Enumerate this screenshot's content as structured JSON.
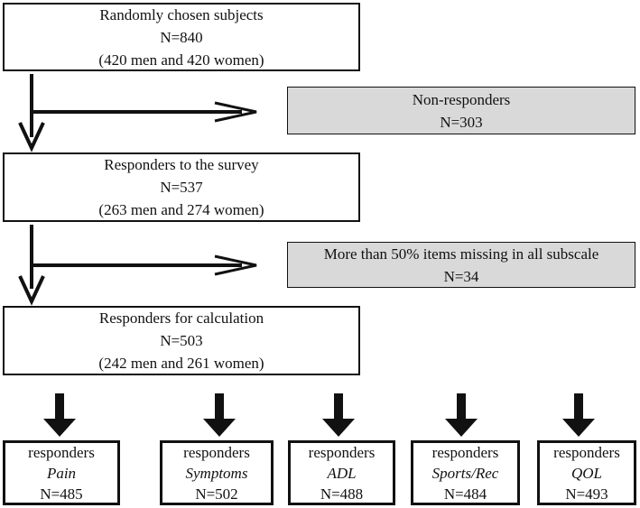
{
  "boxes": {
    "randomly_chosen": {
      "title": "Randomly chosen subjects",
      "n": "N=840",
      "detail": "(420 men and 420 women)"
    },
    "non_responders": {
      "title": "Non-responders",
      "n": "N=303"
    },
    "survey_responders": {
      "title": "Responders to the survey",
      "n": "N=537",
      "detail": "(263 men and 274 women)"
    },
    "items_missing": {
      "title": "More than 50% items missing in all subscale",
      "n": "N=34"
    },
    "calculation_responders": {
      "title": "Responders for calculation",
      "n": "N=503",
      "detail": "(242 men and 261 women)"
    }
  },
  "subscales": [
    {
      "label": "responders",
      "name": "Pain",
      "n": "N=485"
    },
    {
      "label": "responders",
      "name": "Symptoms",
      "n": "N=502"
    },
    {
      "label": "responders",
      "name": "ADL",
      "n": "N=488"
    },
    {
      "label": "responders",
      "name": "Sports/Rec",
      "n": "N=484"
    },
    {
      "label": "responders",
      "name": "QOL",
      "n": "N=493"
    }
  ],
  "colors": {
    "line": "#111111",
    "excluded_fill": "#d9d9d9"
  }
}
